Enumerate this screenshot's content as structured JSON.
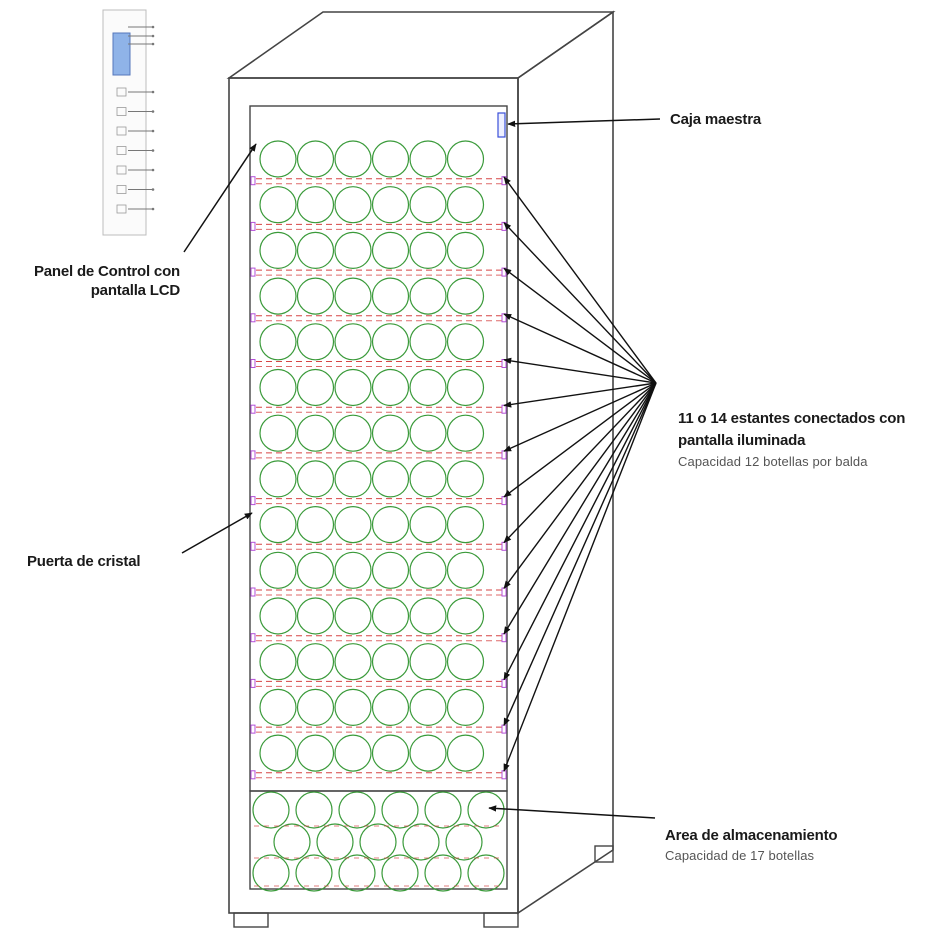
{
  "labels": {
    "caja_maestra": "Caja maestra",
    "panel_line1": "Panel de Control con",
    "panel_line2": "pantalla LCD",
    "estantes_line1": "11 o 14 estantes conectados con",
    "estantes_line2": "pantalla iluminada",
    "estantes_sub": "Capacidad 12 botellas por balda",
    "puerta": "Puerta de cristal",
    "area": "Area de almacenamiento",
    "area_sub": "Capacidad de 17 botellas"
  },
  "diagram": {
    "shelf_count": 14,
    "bottles_per_shelf": 6,
    "storage_rows": [
      6,
      5,
      6
    ],
    "colors": {
      "cabinet_line": "#444444",
      "bottle": "#3a9a3a",
      "shelf_dash": "#d64545",
      "shelf_marker": "#b44fd8",
      "master_box": "#3a4fd8",
      "lcd": "#8fb3e8",
      "arrow": "#111111"
    }
  }
}
